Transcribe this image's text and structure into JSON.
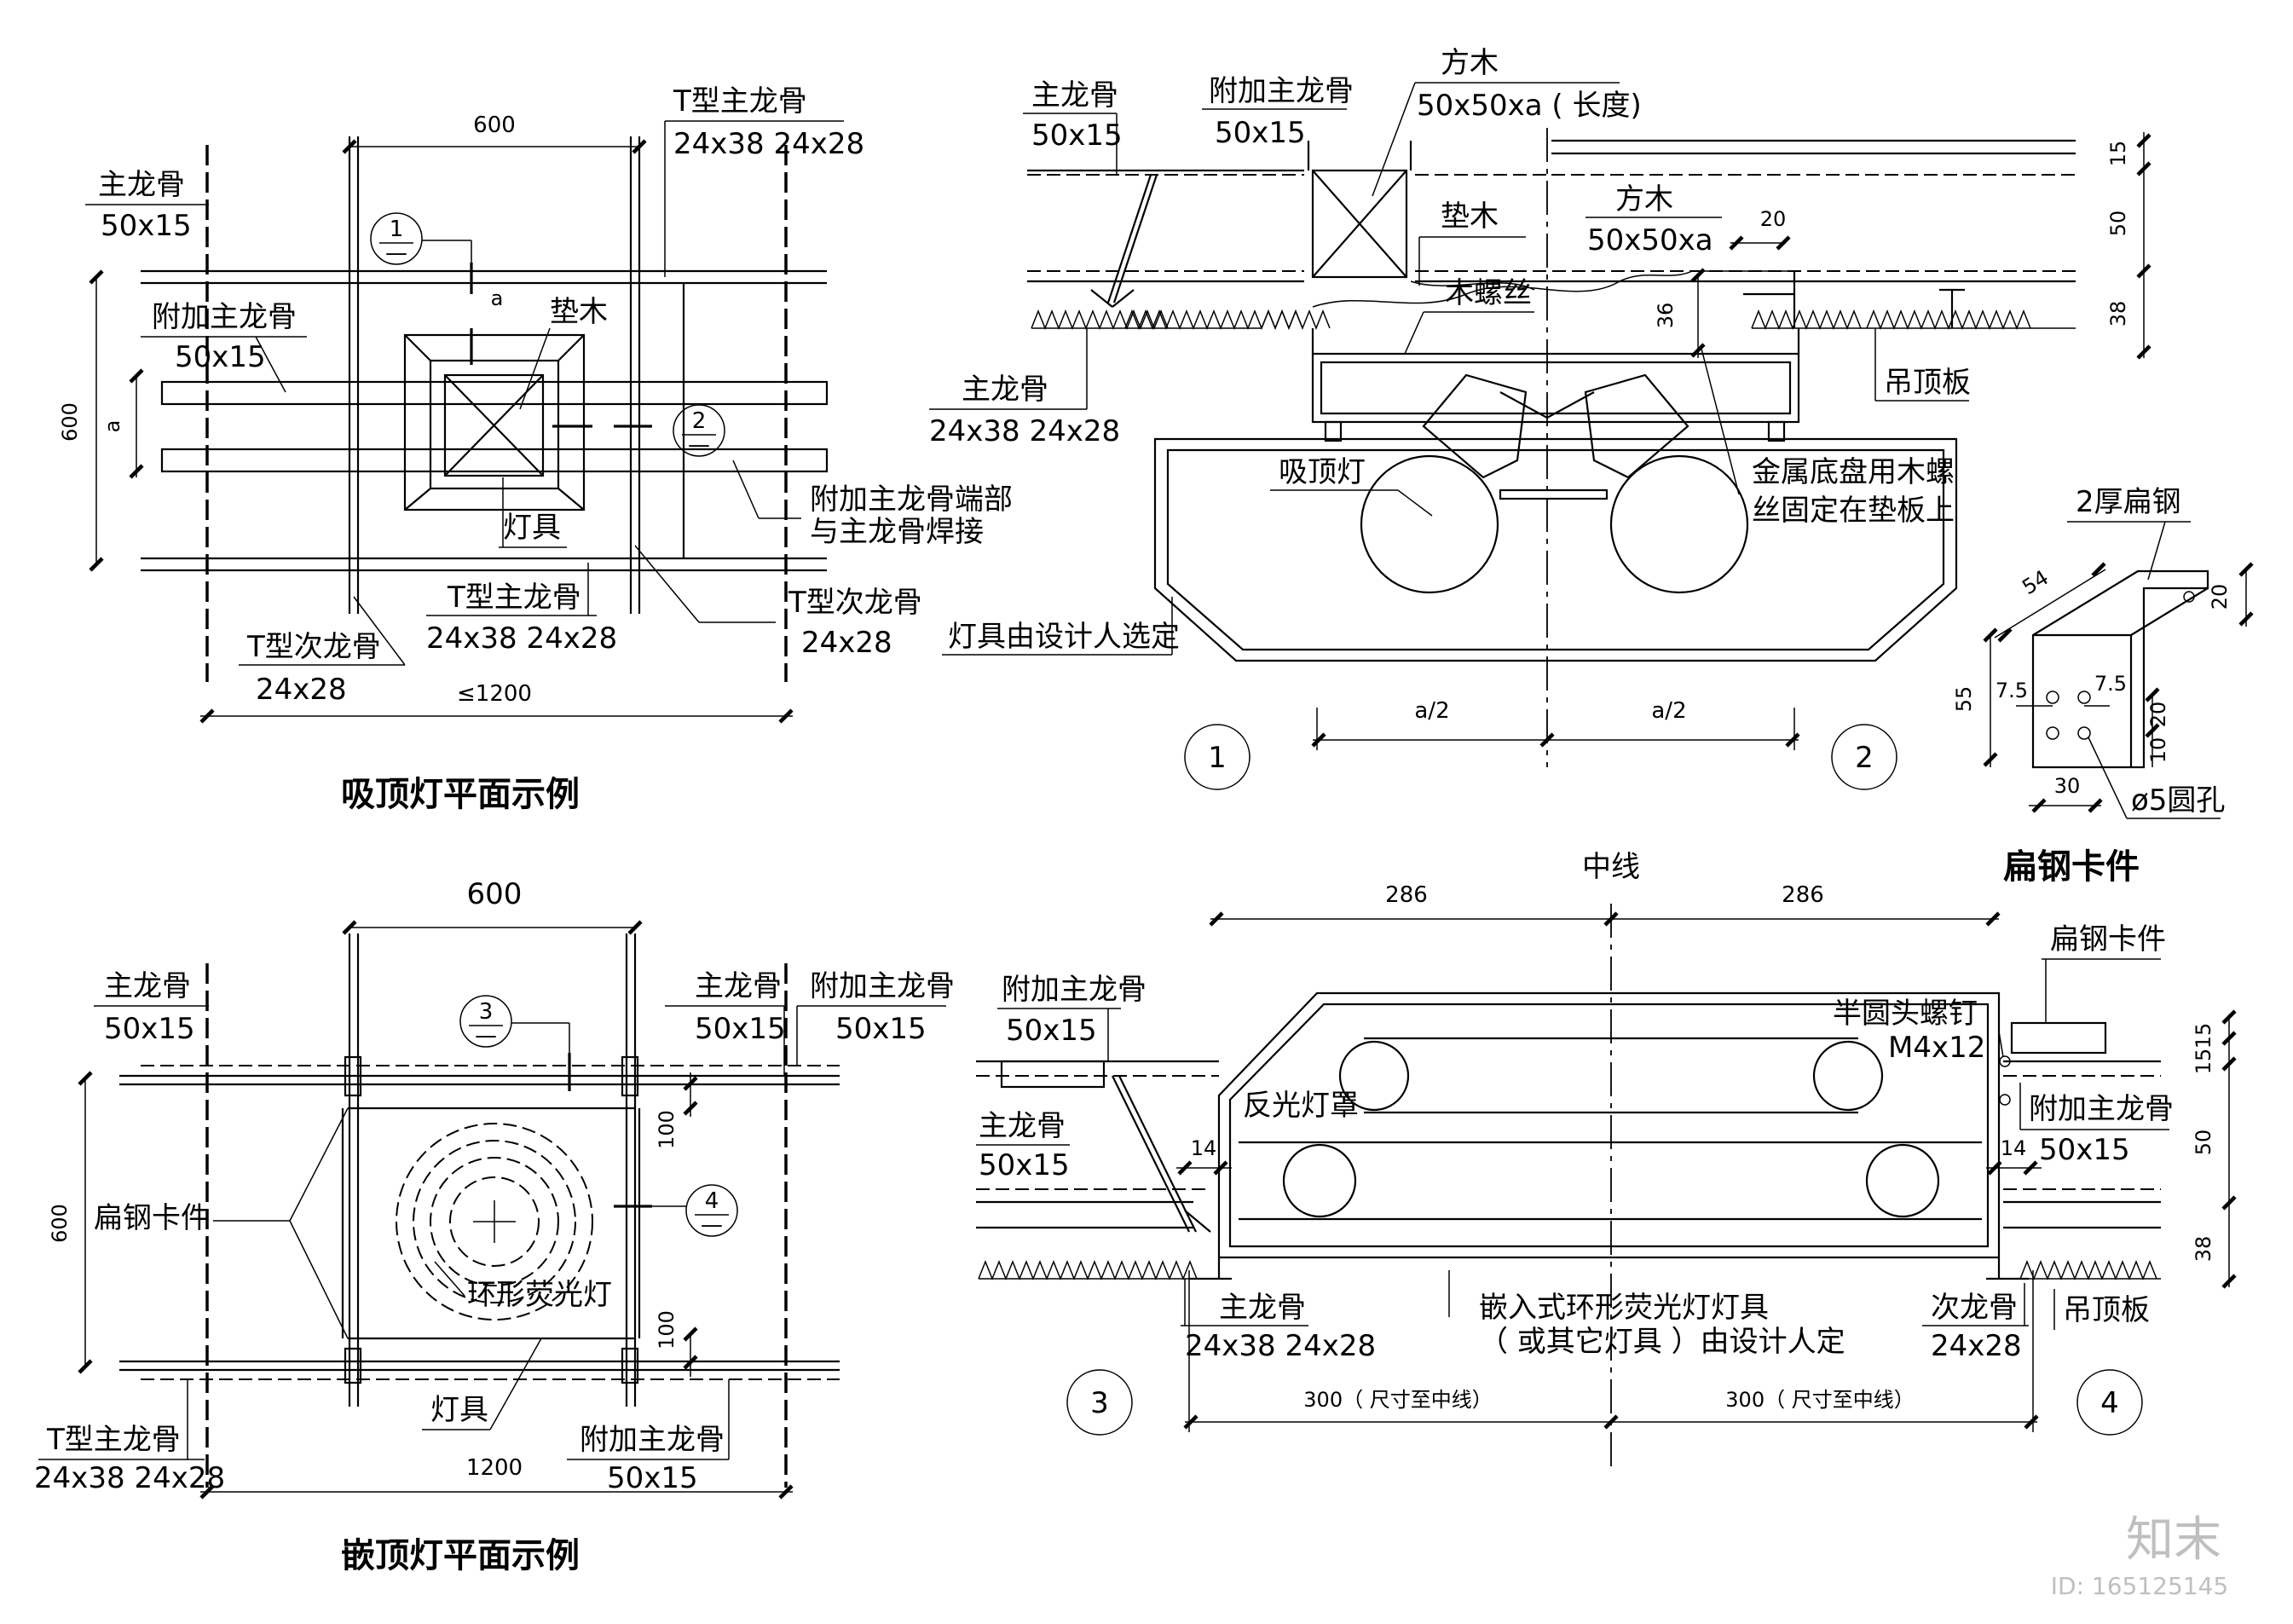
{
  "watermark": {
    "brand": "知末",
    "id": "ID: 165125145"
  },
  "views": {
    "ceiling_lamp_plan": {
      "title": "吸顶灯平面示例",
      "dim_top": "600",
      "dim_left": "600",
      "dim_a_left": "a",
      "dim_a_top": "a",
      "dim_bottom": "≤1200",
      "marker_1": "1",
      "marker_2": "2",
      "label_main_keel_name": "主龙骨",
      "label_main_keel_size": "50x15",
      "label_t_main_top_name": "T型主龙骨",
      "label_t_main_top_size": "24x38 24x28",
      "label_add_keel_name": "附加主龙骨",
      "label_add_keel_size": "50x15",
      "label_pad_wood": "垫木",
      "label_add_keel_end_1": "附加主龙骨端部",
      "label_add_keel_end_2": "与主龙骨焊接",
      "label_fixture": "灯具",
      "label_t_main_bot_name": "T型主龙骨",
      "label_t_main_bot_size": "24x38 24x28",
      "label_t_sub_right_name": "T型次龙骨",
      "label_t_sub_right_size": "24x28",
      "label_t_sub_left_name": "T型次龙骨",
      "label_t_sub_left_size": "24x28"
    },
    "ceiling_lamp_section": {
      "marker_1": "1",
      "marker_2": "2",
      "label_main_keel_name": "主龙骨",
      "label_main_keel_size": "50x15",
      "label_add_keel_name": "附加主龙骨",
      "label_add_keel_size": "50x15",
      "label_timber_top_name": "方木",
      "label_timber_top_size": "50x50xa ( 长度)",
      "label_pad_wood": "垫木",
      "label_timber_name": "方木",
      "label_timber_size": "50x50xa",
      "label_wood_screw": "木螺丝",
      "label_t_main_name": "主龙骨",
      "label_t_main_size": "24x38 24x28",
      "label_ceiling_lamp": "吸顶灯",
      "label_metal_1": "金属底盘用木螺",
      "label_metal_2": "丝固定在垫板上",
      "label_ceiling_board": "吊顶板",
      "label_fixture_chosen": "灯具由设计人选定",
      "dim_20": "20",
      "dim_36": "36",
      "dim_15": "15",
      "dim_50": "50",
      "dim_38": "38",
      "dim_half_left": "a/2",
      "dim_half_right": "a/2"
    },
    "flat_steel_clip": {
      "title": "扁钢卡件",
      "label_steel": "2厚扁钢",
      "label_hole": "ø5圆孔",
      "dim_54": "54",
      "dim_20a": "20",
      "dim_55": "55",
      "dim_7_5_left": "7.5",
      "dim_7_5_right": "7.5",
      "dim_20b": "20",
      "dim_10": "10",
      "dim_30": "30"
    },
    "recessed_lamp_plan": {
      "title": "嵌顶灯平面示例",
      "dim_top": "600",
      "dim_left": "600",
      "dim_bottom": "1200",
      "dim_100_top": "100",
      "dim_100_bot": "100",
      "marker_3": "3",
      "marker_4": "4",
      "label_main_keel_left_name": "主龙骨",
      "label_main_keel_left_size": "50x15",
      "label_main_keel_right_name": "主龙骨",
      "label_main_keel_right_size": "50x15",
      "label_add_keel_name": "附加主龙骨",
      "label_add_keel_size": "50x15",
      "label_flat_clip": "扁钢卡件",
      "label_ring_lamp": "环形荧光灯",
      "label_fixture": "灯具",
      "label_t_main_name": "T型主龙骨",
      "label_t_main_size": "24x38 24x28",
      "label_add_keel_bot_name": "附加主龙骨",
      "label_add_keel_bot_size": "50x15"
    },
    "recessed_lamp_section": {
      "marker_3": "3",
      "marker_4": "4",
      "label_centerline": "中线",
      "dim_286_left": "286",
      "dim_286_right": "286",
      "label_flat_clip": "扁钢卡件",
      "label_add_keel_left_name": "附加主龙骨",
      "label_add_keel_left_size": "50x15",
      "label_screw_1": "半圆头螺钉",
      "label_screw_2": "M4x12",
      "label_main_keel_name": "主龙骨",
      "label_main_keel_size": "50x15",
      "label_reflector": "反光灯罩",
      "label_add_keel_right_name": "附加主龙骨",
      "label_add_keel_right_size": "50x15",
      "dim_14_left": "14",
      "dim_14_right": "14",
      "dim_15a": "15",
      "dim_15b": "15",
      "dim_50": "50",
      "dim_38": "38",
      "label_ceiling_board": "吊顶板",
      "label_t_main_name": "主龙骨",
      "label_t_main_size": "24x38 24x28",
      "label_recessed_1": "嵌入式环形荧光灯灯具",
      "label_recessed_2": "（ 或其它灯具 ）由设计人定",
      "label_sub_keel_name": "次龙骨",
      "label_sub_keel_size": "24x28",
      "dim_300_left": "300（ 尺寸至中线）",
      "dim_300_right": "300（ 尺寸至中线）"
    }
  }
}
